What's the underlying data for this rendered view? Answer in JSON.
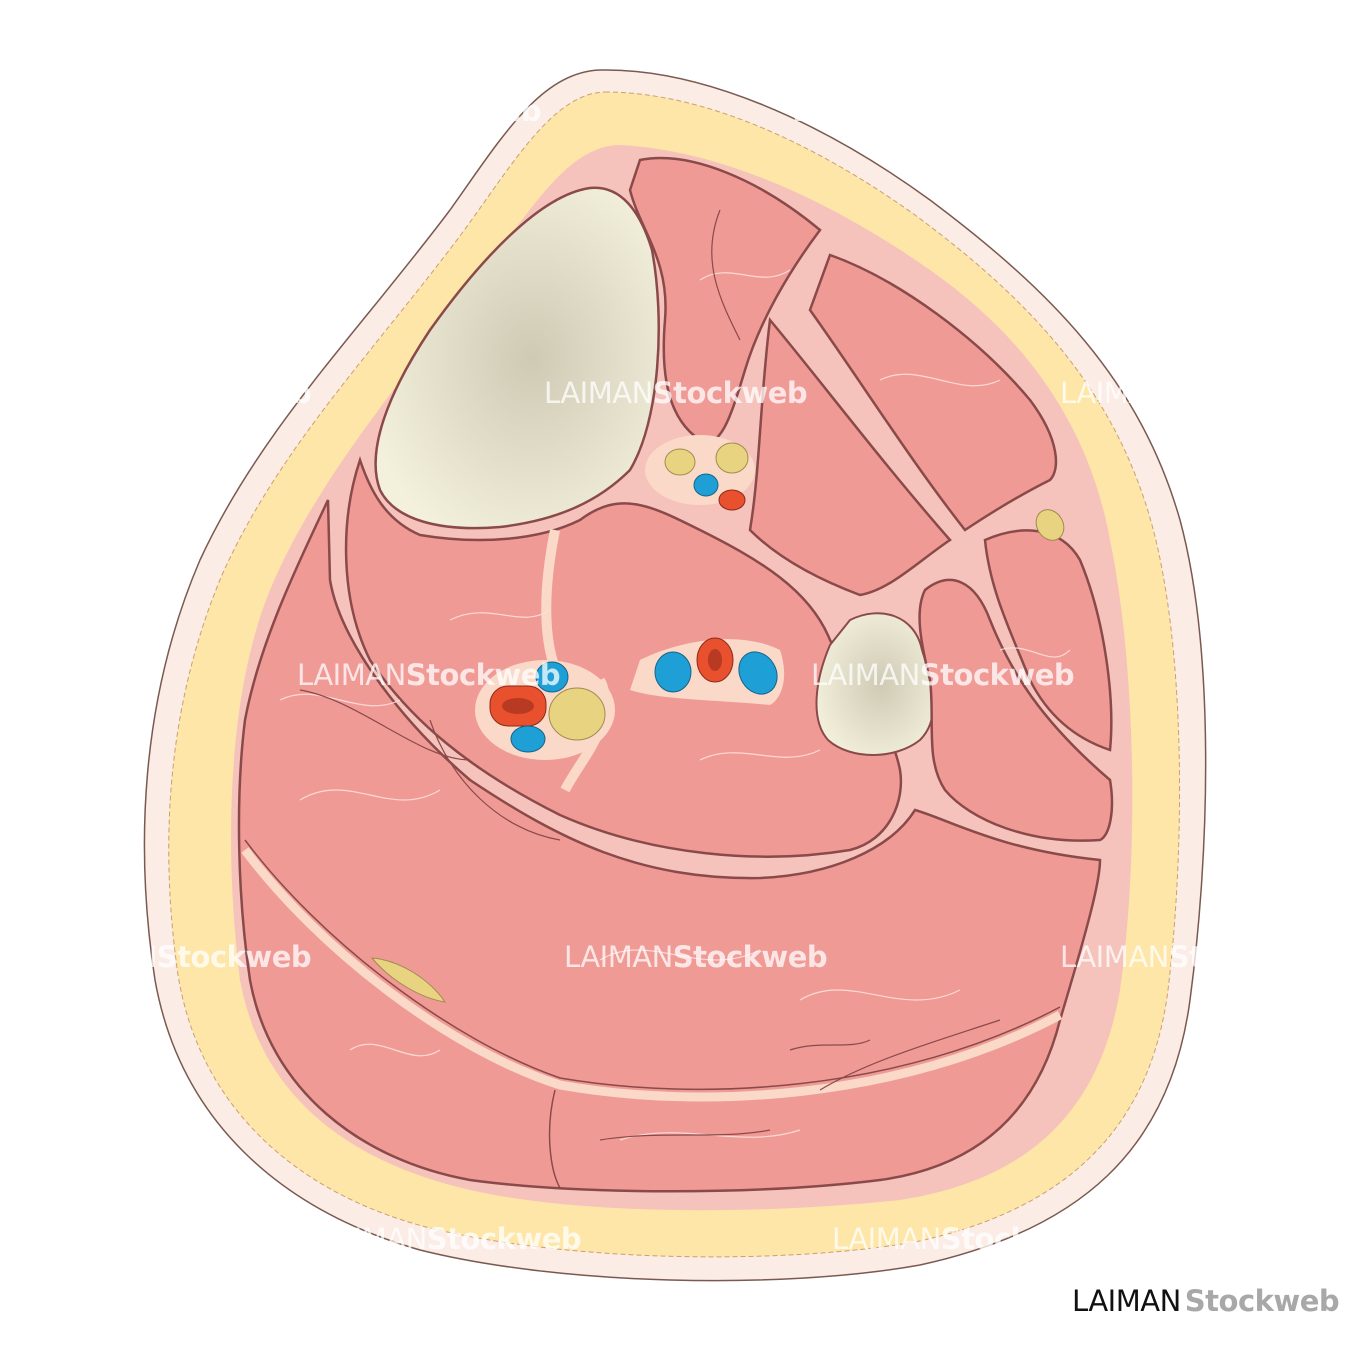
{
  "watermark": {
    "part1": "LAIMAN",
    "part2": "Stockweb"
  },
  "logo": {
    "part1": "LAIMAN",
    "part2": "Stockweb"
  },
  "colors": {
    "skin": "#fbece5",
    "fat": "#fde6a8",
    "fascia": "#f5c3bb",
    "muscle": "#f09a96",
    "muscle_outline": "#8a4a4a",
    "bone": "#f3f0dc",
    "artery": "#e8502e",
    "vein": "#1ea0d6",
    "nerve": "#e8d480"
  }
}
